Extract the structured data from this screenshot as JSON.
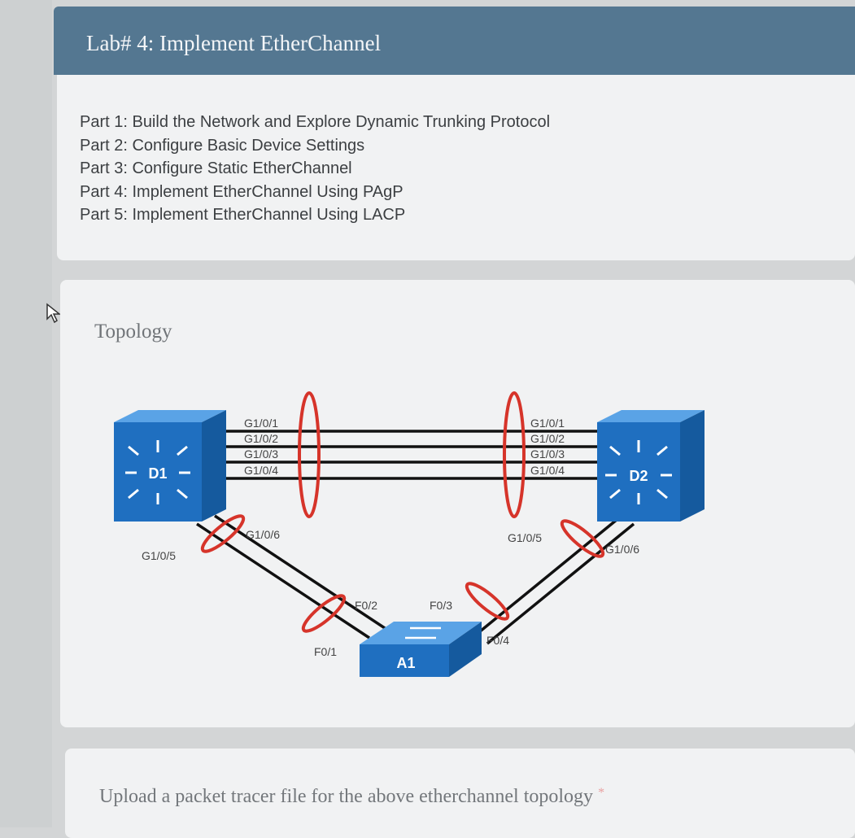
{
  "page": {
    "title": "Lab# 4: Implement EtherChannel"
  },
  "parts": [
    "Part 1: Build the Network and Explore Dynamic Trunking Protocol",
    "Part 2: Configure Basic Device Settings",
    "Part 3: Configure Static EtherChannel",
    "Part 4: Implement EtherChannel Using PAgP",
    "Part 5: Implement EtherChannel Using LACP"
  ],
  "topology": {
    "title": "Topology",
    "devices": {
      "d1": "D1",
      "d2": "D2",
      "a1": "A1"
    },
    "d1_ports": [
      "G1/0/1",
      "G1/0/2",
      "G1/0/3",
      "G1/0/4"
    ],
    "d2_ports": [
      "G1/0/1",
      "G1/0/2",
      "G1/0/3",
      "G1/0/4"
    ],
    "d1_g105": "G1/0/5",
    "d1_g106": "G1/0/6",
    "d2_g105": "G1/0/5",
    "d2_g106": "G1/0/6",
    "a1_f01": "F0/1",
    "a1_f02": "F0/2",
    "a1_f03": "F0/3",
    "a1_f04": "F0/4",
    "colors": {
      "switch_blue": "#1f6fc0",
      "bundle_red": "#d6342a"
    }
  },
  "upload": {
    "question": "Upload a packet tracer file for the above etherchannel topology",
    "required_mark": "*"
  }
}
